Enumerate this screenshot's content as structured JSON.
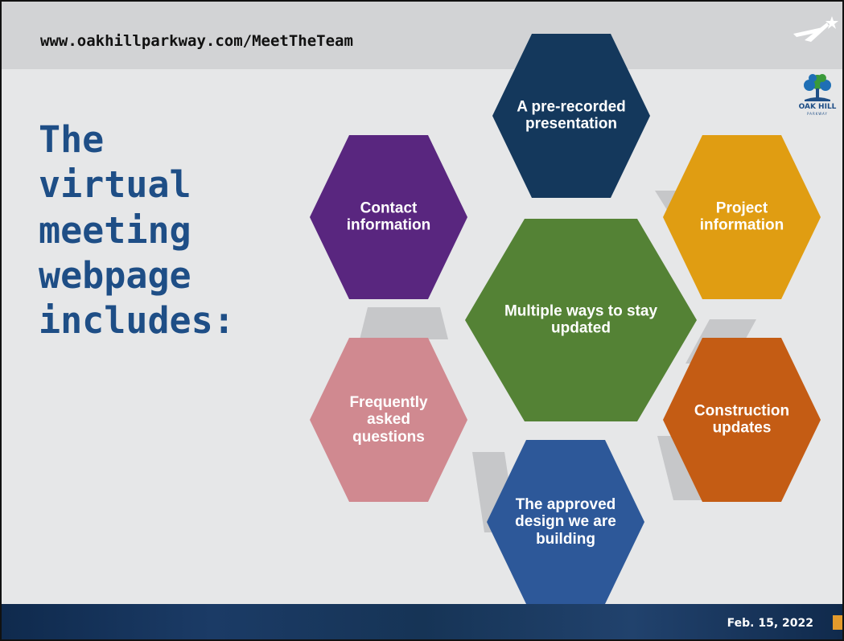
{
  "header": {
    "url": "www.oakhillparkway.com/MeetTheTeam"
  },
  "title_lines": [
    "The",
    "virtual",
    "meeting",
    "webpage",
    "includes:"
  ],
  "hexagons": {
    "center": {
      "label": "Multiple ways to stay updated",
      "color": "#548235"
    },
    "top": {
      "label": "A pre-recorded presentation",
      "color": "#14385c"
    },
    "upper_right": {
      "label": "Project information",
      "color": "#e09d12"
    },
    "lower_right": {
      "label": "Construction updates",
      "color": "#c45c14"
    },
    "bottom": {
      "label": "The approved design we are building",
      "color": "#2d5899"
    },
    "lower_left": {
      "label": "Frequently asked questions",
      "color": "#d08990"
    },
    "upper_left": {
      "label": "Contact information",
      "color": "#59267f"
    }
  },
  "logos": {
    "oak_hill_text": "OAK HILL",
    "oak_hill_sub": "PARKWAY"
  },
  "footer": {
    "date": "Feb. 15, 2022",
    "page_number": ""
  }
}
